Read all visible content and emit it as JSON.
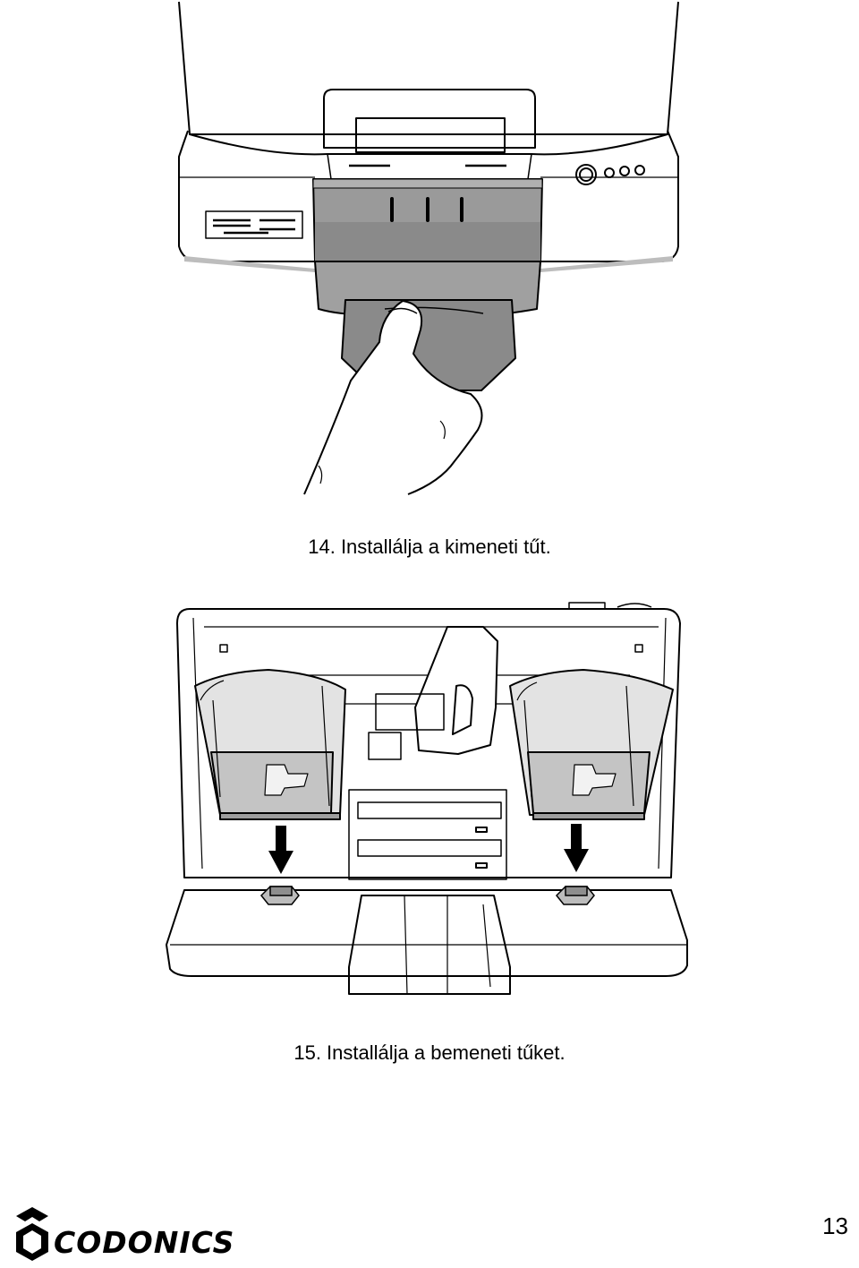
{
  "steps": [
    {
      "caption": "14. Installálja a kimeneti tűt.",
      "illustration": "output-bin-installation"
    },
    {
      "caption": "15. Installálja a bemeneti tűket.",
      "illustration": "input-bins-installation"
    }
  ],
  "footer": {
    "logo_text": "CODONICS",
    "page_number": "13"
  },
  "colors": {
    "line": "#000000",
    "bin_dark": "#8a8a8a",
    "bin_mid": "#a6a6a6",
    "bin_light": "#c4c4c4"
  }
}
